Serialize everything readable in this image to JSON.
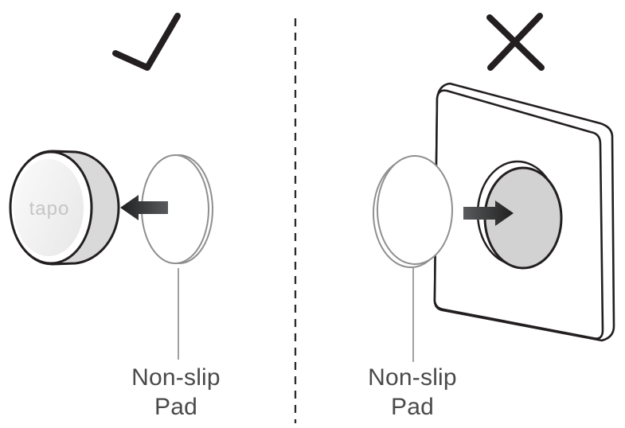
{
  "diagram": {
    "type": "instructional-illustration",
    "left_panel": {
      "verdict_icon": "checkmark-icon",
      "device_logo": "tapo",
      "pad_label": "Non-slip Pad"
    },
    "right_panel": {
      "verdict_icon": "x-icon",
      "pad_label": "Non-slip Pad"
    }
  },
  "colors": {
    "outline_stroke": "#231f20",
    "device_rim": "#d9d9d9",
    "device_face_inner": "#efefef",
    "knob_fill": "#d2d2d2",
    "pad_outline": "#8f8f8f",
    "leader_line": "#a0a0a0",
    "label_text": "#4a4a4a",
    "logo_text": "#c5c5c5",
    "arrow_dark": "#1f1f1f",
    "arrow_light": "#5a5b5e"
  }
}
